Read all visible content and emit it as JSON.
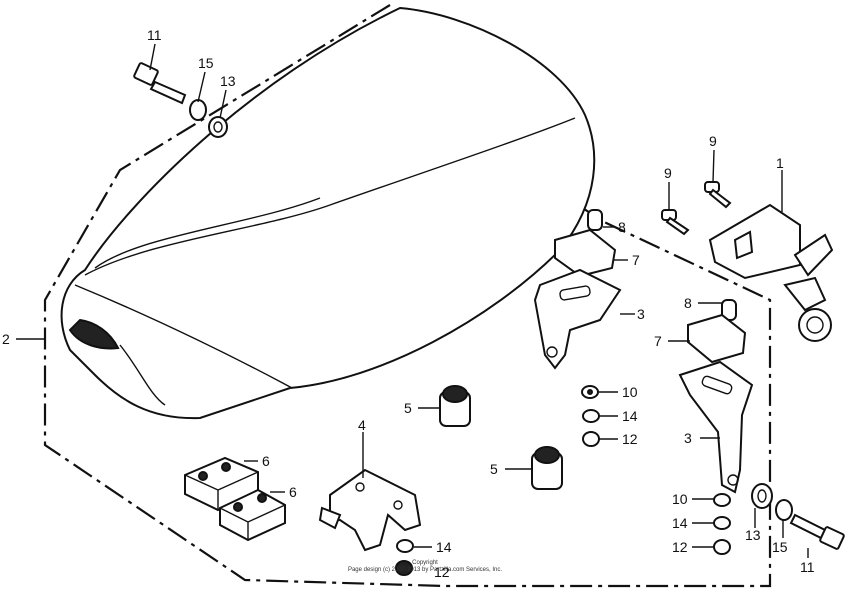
{
  "callouts": {
    "c1": "1",
    "c2": "2",
    "c3a": "3",
    "c3b": "3",
    "c4": "4",
    "c5a": "5",
    "c5b": "5",
    "c6a": "6",
    "c6b": "6",
    "c7a": "7",
    "c7b": "7",
    "c8a": "8",
    "c8b": "8",
    "c9a": "9",
    "c9b": "9",
    "c10a": "10",
    "c10b": "10",
    "c11a": "11",
    "c11b": "11",
    "c12a": "12",
    "c12b": "12",
    "c12c": "12",
    "c13a": "13",
    "c13b": "13",
    "c14a": "14",
    "c14b": "14",
    "c14c": "14",
    "c15a": "15",
    "c15b": "15"
  },
  "footer": {
    "line1": "Copyright",
    "line2": "Page design (c) 2007-2013 by Partzilla.com Services, Inc."
  }
}
